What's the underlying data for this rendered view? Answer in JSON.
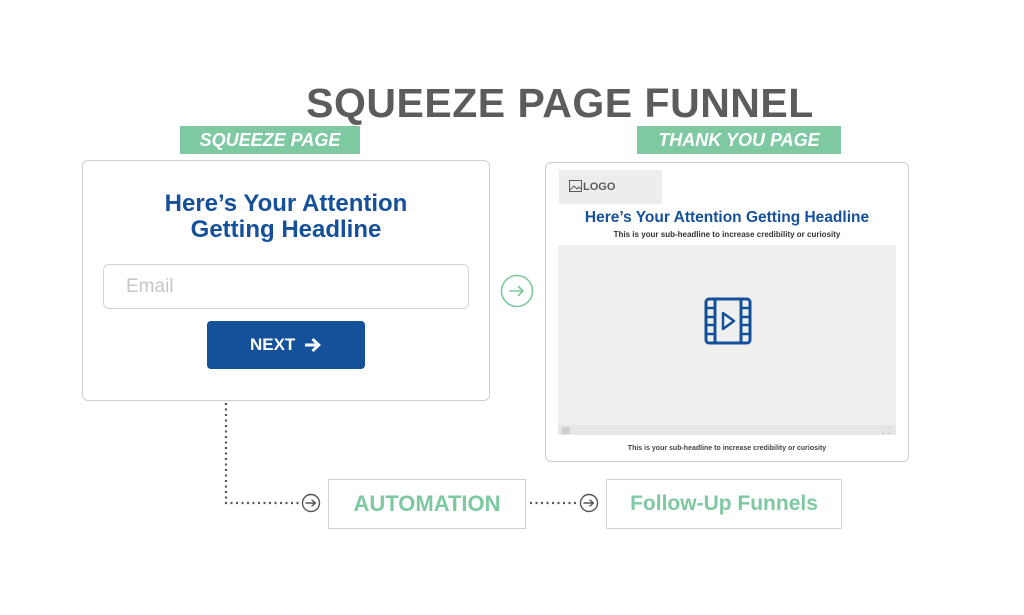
{
  "title": "SQUEEZE PAGE FUNNEL",
  "squeeze_page": {
    "tag": "SQUEEZE PAGE",
    "headline_line1": "Here’s Your Attention",
    "headline_line2": "Getting Headline",
    "email_placeholder": "Email",
    "next_label": "NEXT"
  },
  "thank_you_page": {
    "tag": "THANK YOU PAGE",
    "logo_label": "LOGO",
    "headline": "Here’s Your Attention Getting Headline",
    "subheadline": "This is your sub-headline to increase credibility or curiosity",
    "footer_text": "This is your sub-headline to increase credibility or curiosity"
  },
  "flow": {
    "automation": "AUTOMATION",
    "follow_up": "Follow-Up Funnels"
  },
  "colors": {
    "accent_green": "#7ec9a1",
    "brand_blue": "#15509a",
    "title_gray": "#5c5c5c"
  },
  "icons": {
    "next": "arrow-right-icon",
    "logo": "image-icon",
    "video": "video-play-icon",
    "flow_arrow": "arrow-circle-icon"
  }
}
